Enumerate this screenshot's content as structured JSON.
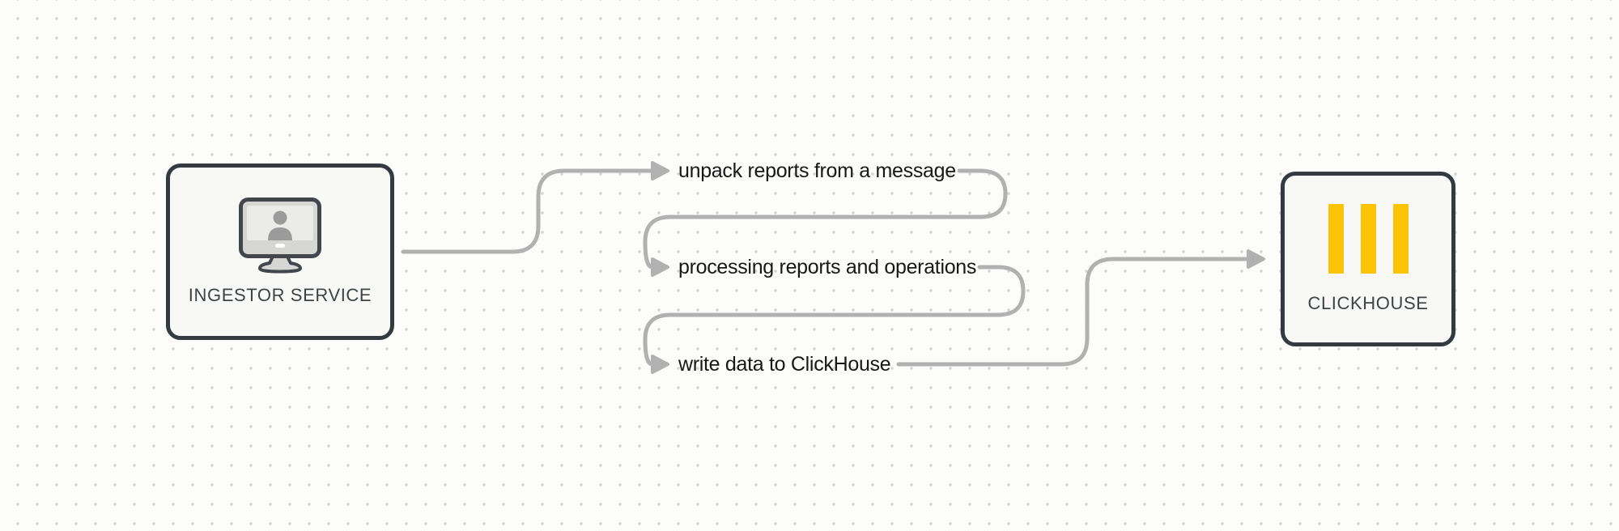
{
  "colors": {
    "background": "#fcfcfb",
    "dot": "#d5d5d5",
    "connector": "#b1b1b1",
    "box_fill": "#f8f8f6",
    "box_border": "#343a40",
    "box_label_text": "#3e4347",
    "label_text": "#181818",
    "clickhouse_yellow": "#fdc305",
    "monitor_bezel": "#d6d6d5",
    "monitor_screen": "#ebebea",
    "monitor_outline": "#43474b",
    "monitor_person": "#9b9b9b"
  },
  "nodes": {
    "ingestor": {
      "label": "INGESTOR SERVICE",
      "icon": "monitor-user-icon"
    },
    "clickhouse": {
      "label": "CLICKHOUSE",
      "icon": "clickhouse-bars-icon"
    }
  },
  "flow_steps": [
    {
      "label": "unpack reports from a message"
    },
    {
      "label": "processing reports and operations"
    },
    {
      "label": "write data to ClickHouse"
    }
  ],
  "edges": [
    {
      "from": "ingestor-service",
      "to": "unpack-reports-from-a-message"
    },
    {
      "from": "unpack-reports-from-a-message",
      "to": "processing-reports-and-operations"
    },
    {
      "from": "processing-reports-and-operations",
      "to": "write-data-to-clickhouse"
    },
    {
      "from": "write-data-to-clickhouse",
      "to": "clickhouse"
    }
  ]
}
